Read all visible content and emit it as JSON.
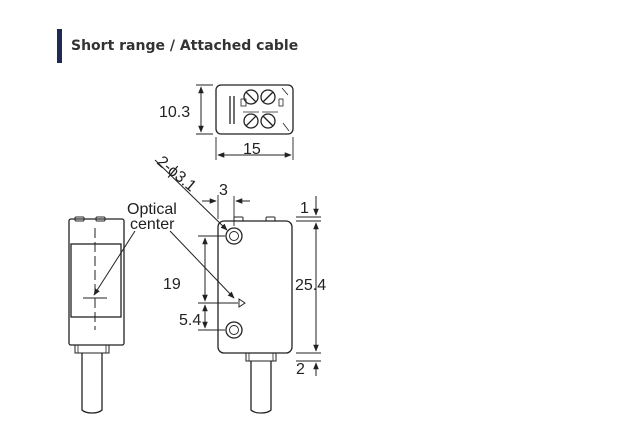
{
  "header": {
    "title": "Short range / Attached cable",
    "accent_color": "#1f2a52"
  },
  "diagram": {
    "callouts": {
      "optical_line1": "Optical",
      "optical_line2": "center"
    },
    "dimensions": {
      "top_height": "10.3",
      "top_width": "15",
      "hole_spec": "2-ϕ3.1",
      "hole_offset_x": "3",
      "top_margin": "1",
      "hole_pitch": "19",
      "bottom_offset": "5.4",
      "body_height": "25.4",
      "bottom_margin": "2"
    }
  }
}
